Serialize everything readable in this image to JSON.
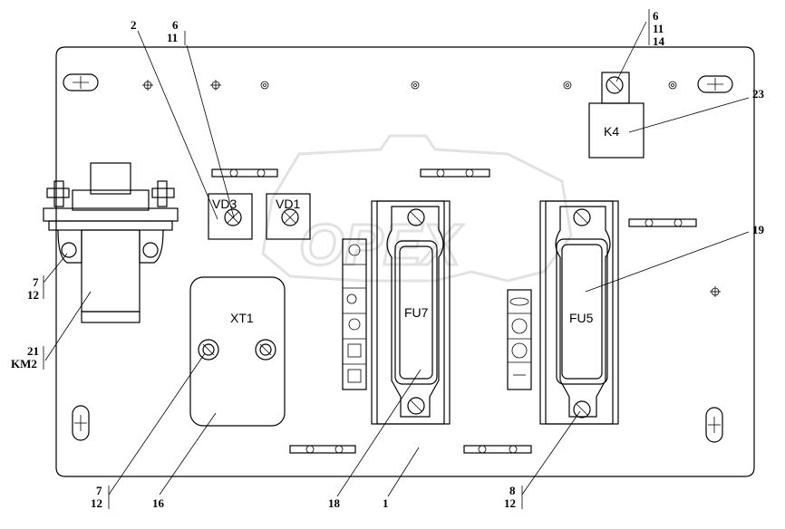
{
  "callouts": {
    "c2": "2",
    "c6_top": "6",
    "c11_top": "11",
    "c6_right": "6",
    "c11_right": "11",
    "c14_right": "14",
    "c23": "23",
    "c19": "19",
    "c7_left": "7",
    "c12_left": "12",
    "c21": "21",
    "km2": "KM2",
    "c7_bottom": "7",
    "c12_bottom": "12",
    "c16": "16",
    "c18": "18",
    "c1": "1",
    "c8_bottom": "8",
    "c12_bottom_right": "12"
  },
  "components": {
    "vd3": "VD3",
    "vd1": "VD1",
    "k4": "K4",
    "xt1": "XT1",
    "fu7": "FU7",
    "fu5": "FU5"
  },
  "icons": [
    "screw-icon",
    "fuse-icon",
    "terminal-block-icon",
    "relay-icon",
    "diode-icon",
    "indicator-symbol-icon",
    "watermark-logo"
  ]
}
